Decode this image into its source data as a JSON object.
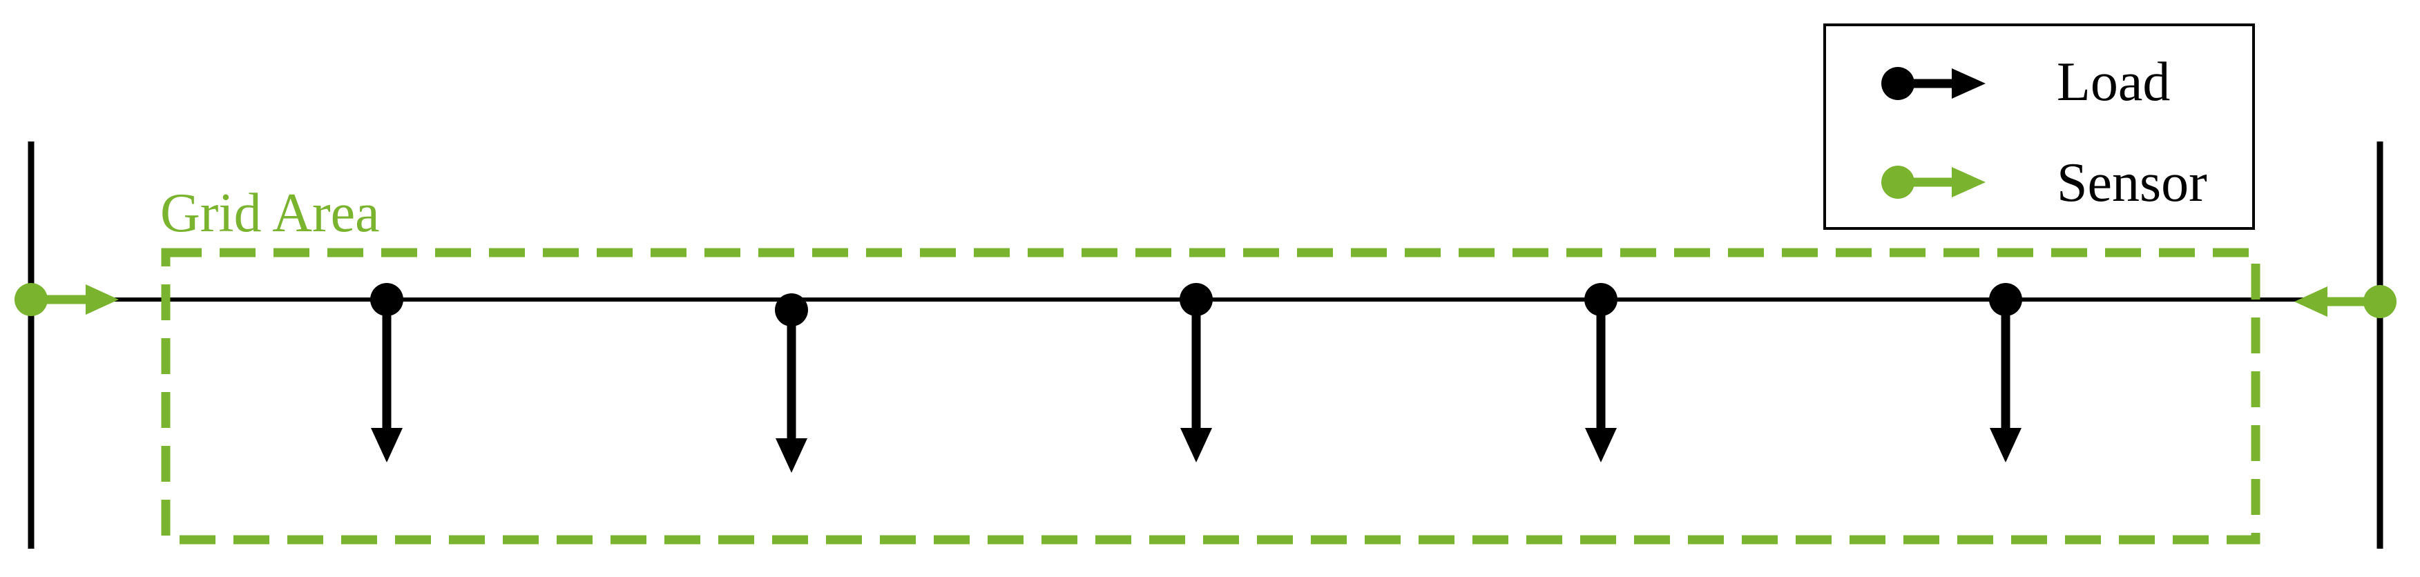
{
  "title": "Grid Area",
  "legend": {
    "items": [
      {
        "label": "Load",
        "color": "#000000"
      },
      {
        "label": "Sensor",
        "color": "#7ab32e"
      }
    ]
  },
  "colors": {
    "load": "#000000",
    "sensor": "#7ab32e",
    "grid_border": "#7ab32e",
    "line": "#000000"
  },
  "loads": {
    "count": 5,
    "direction": "down"
  },
  "sensors": {
    "count": 2,
    "direction": "inward"
  },
  "supports": {
    "count": 2
  }
}
